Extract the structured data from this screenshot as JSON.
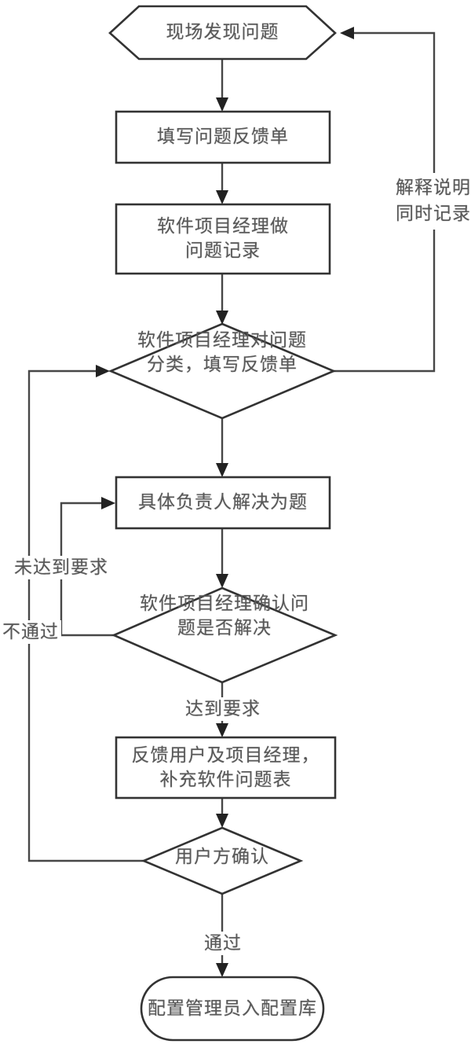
{
  "diagram": {
    "background": "#ffffff",
    "line_color": "#474747",
    "border_color": "#333333",
    "text_color": "#585858",
    "nodes": {
      "start": {
        "shape": "hexagon",
        "lines": [
          "现场发现问题"
        ]
      },
      "fill_form": {
        "shape": "rectangle",
        "lines": [
          "填写问题反馈单"
        ]
      },
      "pm_record": {
        "shape": "rectangle",
        "lines": [
          "软件项目经理做",
          "问题记录"
        ]
      },
      "classify": {
        "shape": "diamond",
        "lines": [
          "软件项目经理对问题",
          "分类，填写反馈单"
        ]
      },
      "solve": {
        "shape": "rectangle",
        "lines": [
          "具体负责人解决为题"
        ]
      },
      "confirm_solved": {
        "shape": "diamond",
        "lines": [
          "软件项目经理确认问",
          "题是否解决"
        ]
      },
      "feedback": {
        "shape": "rectangle",
        "lines": [
          "反馈用户及项目经理，",
          "补充软件问题表"
        ]
      },
      "user_confirm": {
        "shape": "diamond",
        "lines": [
          "用户方确认"
        ]
      },
      "archive": {
        "shape": "terminator",
        "lines": [
          "配置管理员入配置库"
        ]
      }
    },
    "edge_labels": {
      "explain": {
        "lines": [
          "解释说明",
          "同时记录"
        ]
      },
      "not_met": "未达到要求",
      "not_pass": "不通过",
      "met": "达到要求",
      "pass": "通过"
    },
    "edges": [
      {
        "from": "start",
        "to": "fill_form"
      },
      {
        "from": "fill_form",
        "to": "pm_record"
      },
      {
        "from": "pm_record",
        "to": "classify"
      },
      {
        "from": "classify",
        "to": "solve"
      },
      {
        "from": "solve",
        "to": "confirm_solved"
      },
      {
        "from": "confirm_solved",
        "to": "solve",
        "label": "未达到要求"
      },
      {
        "from": "confirm_solved",
        "to": "feedback",
        "label": "达到要求"
      },
      {
        "from": "feedback",
        "to": "user_confirm"
      },
      {
        "from": "user_confirm",
        "to": "classify",
        "label": "不通过"
      },
      {
        "from": "user_confirm",
        "to": "archive",
        "label": "通过"
      },
      {
        "from": "classify",
        "to": "start",
        "label": "解释说明 同时记录"
      }
    ]
  }
}
